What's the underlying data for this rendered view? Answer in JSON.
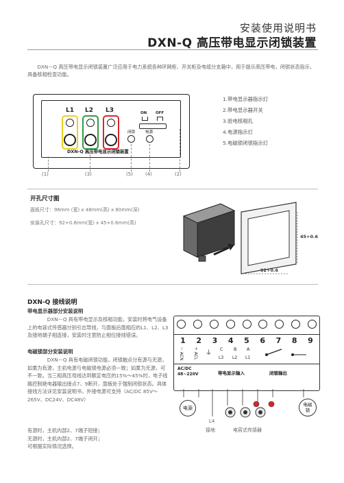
{
  "header": {
    "title": "安装使用说明书",
    "subtitle": "DXN-Q 高压带电显示闭锁装置"
  },
  "intro": "DXN－Q 高压带电显示闭锁装置广泛应用于电力系统各种环网柜、开关柜及电缆分支箱中，用于提示高压带电，闭锁状态指示，具备核相检查功能。",
  "panel": {
    "phases": [
      "L1",
      "L2",
      "L3"
    ],
    "on_label": "ON",
    "off_label": "OFF",
    "lock_label": "闭锁",
    "power_label": "电源",
    "brand": "DXN-Q 高压带电显示闭锁装置",
    "callouts": [
      "(1)",
      "(3)",
      "(5)",
      "(4)",
      "(2)"
    ],
    "colors": {
      "l1": "#e8d21a",
      "l2": "#2e9e3e",
      "l3": "#d8242a"
    }
  },
  "legend": [
    "1.带电显示器指示灯",
    "2.带电显示器开关",
    "3.验电核相孔",
    "4.电源指示灯",
    "5.电磁锁闭锁指示灯"
  ],
  "cutout": {
    "heading": "开孔尺寸图",
    "panel_size": "面板尺寸：96mm (宽) x 48mm(高) x 80mm(深)",
    "hole_size": "安装孔尺寸：92+0.6mm(宽) x 45+0.6mm(高)",
    "dim_height": "45+0.6",
    "dim_width": "92+0.6"
  },
  "wiring": {
    "heading": "DXN-Q 接线说明",
    "sec1_title": "带电显示器部分安装说明",
    "sec1_body": "DXN－Q 具有带电显示及核相功能，安装时将电气设备上的电容式传感器分别引出导线，与面板后面相应的L1、L2、L3及接地端子相连接，安装时注意防止相位接线错误。",
    "sec2_title": "电磁锁部分安装说明",
    "sec2_body": "DXN－Q 具有电磁闭锁功能，闭锁触点分有源与无源，如果为有源，主机电源与电磁锁电源必须一致；如果为无源，可不一致。当三相高压母线达到额定电压的15%～45%时，电子线路控制继电器输出接点7、9断开，面板处于强制闭锁状态。具体接线方法详见安装说明书，外接电源可支持（AC/DC 85V～265V、DC24V、DC48V）",
    "note_lines": [
      "有源时，主机内部2、7端子短接；",
      "无源时，主机内部2、7端子闭开；",
      "可根据实际情况选择。"
    ]
  },
  "diagram": {
    "terminals": [
      "1",
      "2",
      "3",
      "4",
      "5",
      "6",
      "7",
      "8",
      "9"
    ],
    "acn": "－ ACN",
    "acl": "＋ ACL",
    "c": "C",
    "b": "B",
    "a": "A",
    "l3": "L3",
    "l2": "L2",
    "l1": "L1",
    "acdc": "AC/DC",
    "voltage": "48~220V",
    "input_label": "带电显示输入",
    "output_label": "闭锁输出",
    "power_bubble": "电源",
    "lock_bubble": "电磁锁",
    "l4": "L4",
    "ground": "接地",
    "sensor": "电容式传感器"
  }
}
